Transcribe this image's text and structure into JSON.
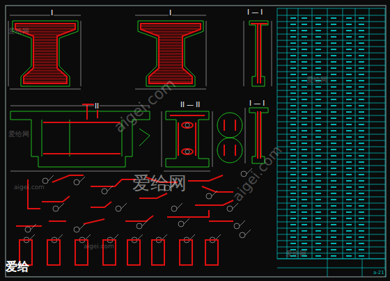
{
  "diagram": {
    "labels": [
      "I",
      "I",
      "I — I",
      "II",
      "II — II",
      "I — I",
      "爱给网",
      "aigei.com",
      "爱给",
      "爱给网",
      "爱给网",
      "爱给网",
      "aigei.com",
      "aigei.com",
      "aigei.com",
      "爱给网",
      "a-21"
    ]
  }
}
